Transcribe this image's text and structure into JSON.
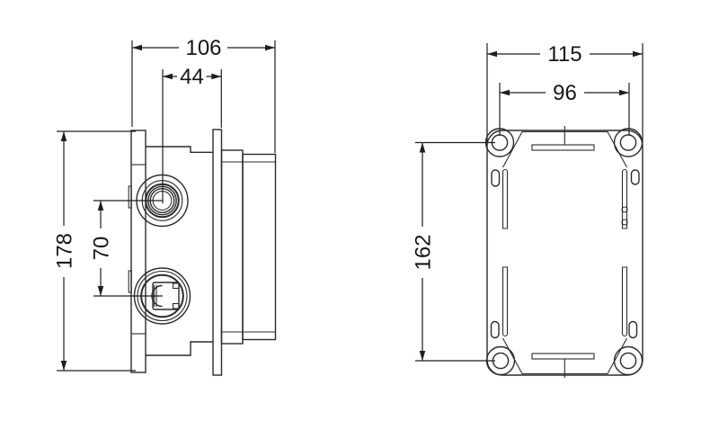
{
  "colors": {
    "background": "#ffffff",
    "line": "#2b2b2b",
    "dimension_line": "#1e1e1e",
    "text": "#161616"
  },
  "side_view": {
    "dim_overall_depth": "106",
    "dim_center_to_plate": "44",
    "dim_overall_height": "178",
    "dim_port_spacing": "70"
  },
  "front_view": {
    "dim_overall_width": "115",
    "dim_hole_spacing_width": "96",
    "dim_hole_spacing_height": "162"
  }
}
